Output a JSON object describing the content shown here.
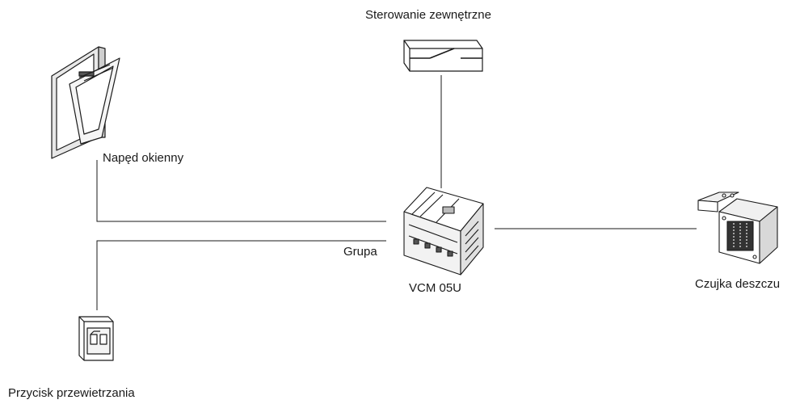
{
  "labels": {
    "external_control": "Sterowanie zewnętrzne",
    "window_drive": "Napęd okienny",
    "group": "Grupa",
    "controller": "VCM 05U",
    "rain_sensor": "Czujka deszczu",
    "vent_button": "Przycisk przewietrzania"
  },
  "icons": {
    "switch": "external-switch-icon",
    "window": "window-drive-icon",
    "controller": "vcm-controller-icon",
    "rain": "rain-sensor-icon",
    "button": "vent-button-icon"
  },
  "colors": {
    "line": "#1a1a1a",
    "background": "#ffffff"
  }
}
